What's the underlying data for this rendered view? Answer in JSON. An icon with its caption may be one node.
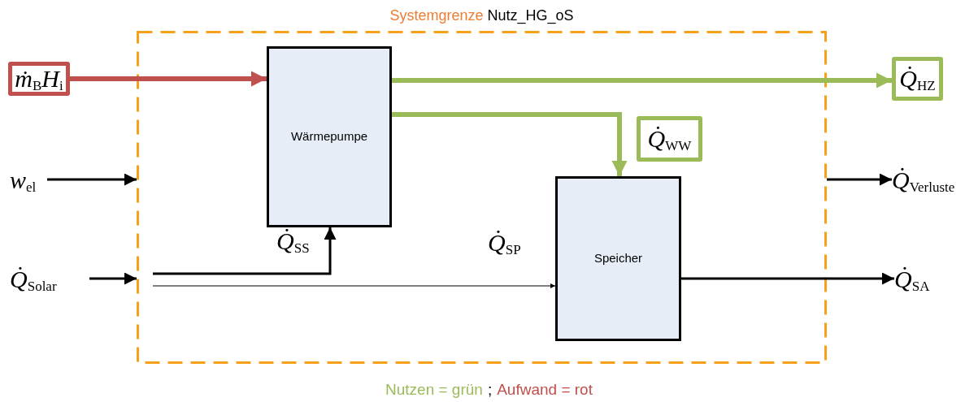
{
  "diagram": {
    "nodes": [
      {
        "text": [
          "Systemgrenze",
          "Nutz_HG_oS"
        ]
      },
      {
        "text": [
          "ṁ$_{B}$H$_{i}$"
        ]
      },
      {
        "text": [
          "Wärmepumpe"
        ],
        "in": 0
      },
      {
        "text": [
          "Speicher"
        ],
        "in": 0
      },
      {
        "text": [
          "Q̇$_{HZ}$"
        ]
      },
      {
        "text": [
          "Q̇$_{WW}$"
        ],
        "in": 0
      },
      {
        "text": [
          "w$_{el}$"
        ]
      },
      {
        "text": [
          "Q̇$_{Solar}$"
        ]
      },
      {
        "text": [
          "Q̇$_{Verluste}$"
        ]
      },
      {
        "text": [
          "Q̇$_{SA}$"
        ]
      }
    ],
    "edges": [
      {
        "from": 1,
        "to": 2,
        "arrow": "to",
        "style": "thick",
        "color": "#c0504d"
      },
      {
        "from": 2,
        "to": 4,
        "arrow": "to",
        "style": "thick",
        "color": "#9bbb59"
      },
      {
        "from": 2,
        "to": 3,
        "arrow": "to",
        "style": "thick",
        "color": "#9bbb59"
      },
      {
        "from": 6,
        "to": 0,
        "arrow": "to"
      },
      {
        "from": 7,
        "to": 0,
        "arrow": "to"
      },
      {
        "from": null,
        "to": 2,
        "arrow": "to",
        "label": "Q̇$_{SS}$"
      },
      {
        "from": null,
        "to": 3,
        "arrow": "to",
        "label": "Q̇$_{SP}$"
      },
      {
        "from": 0,
        "to": 8,
        "arrow": "to"
      },
      {
        "from": 3,
        "to": 9,
        "arrow": "to"
      }
    ],
    "labels": [
      ";"
    ],
    "legend": [
      {
        "text": "Nutzen = grün",
        "color": "#9bbb59"
      },
      {
        "text": "Aufwand = rot",
        "color": "#c0504d"
      }
    ]
  }
}
